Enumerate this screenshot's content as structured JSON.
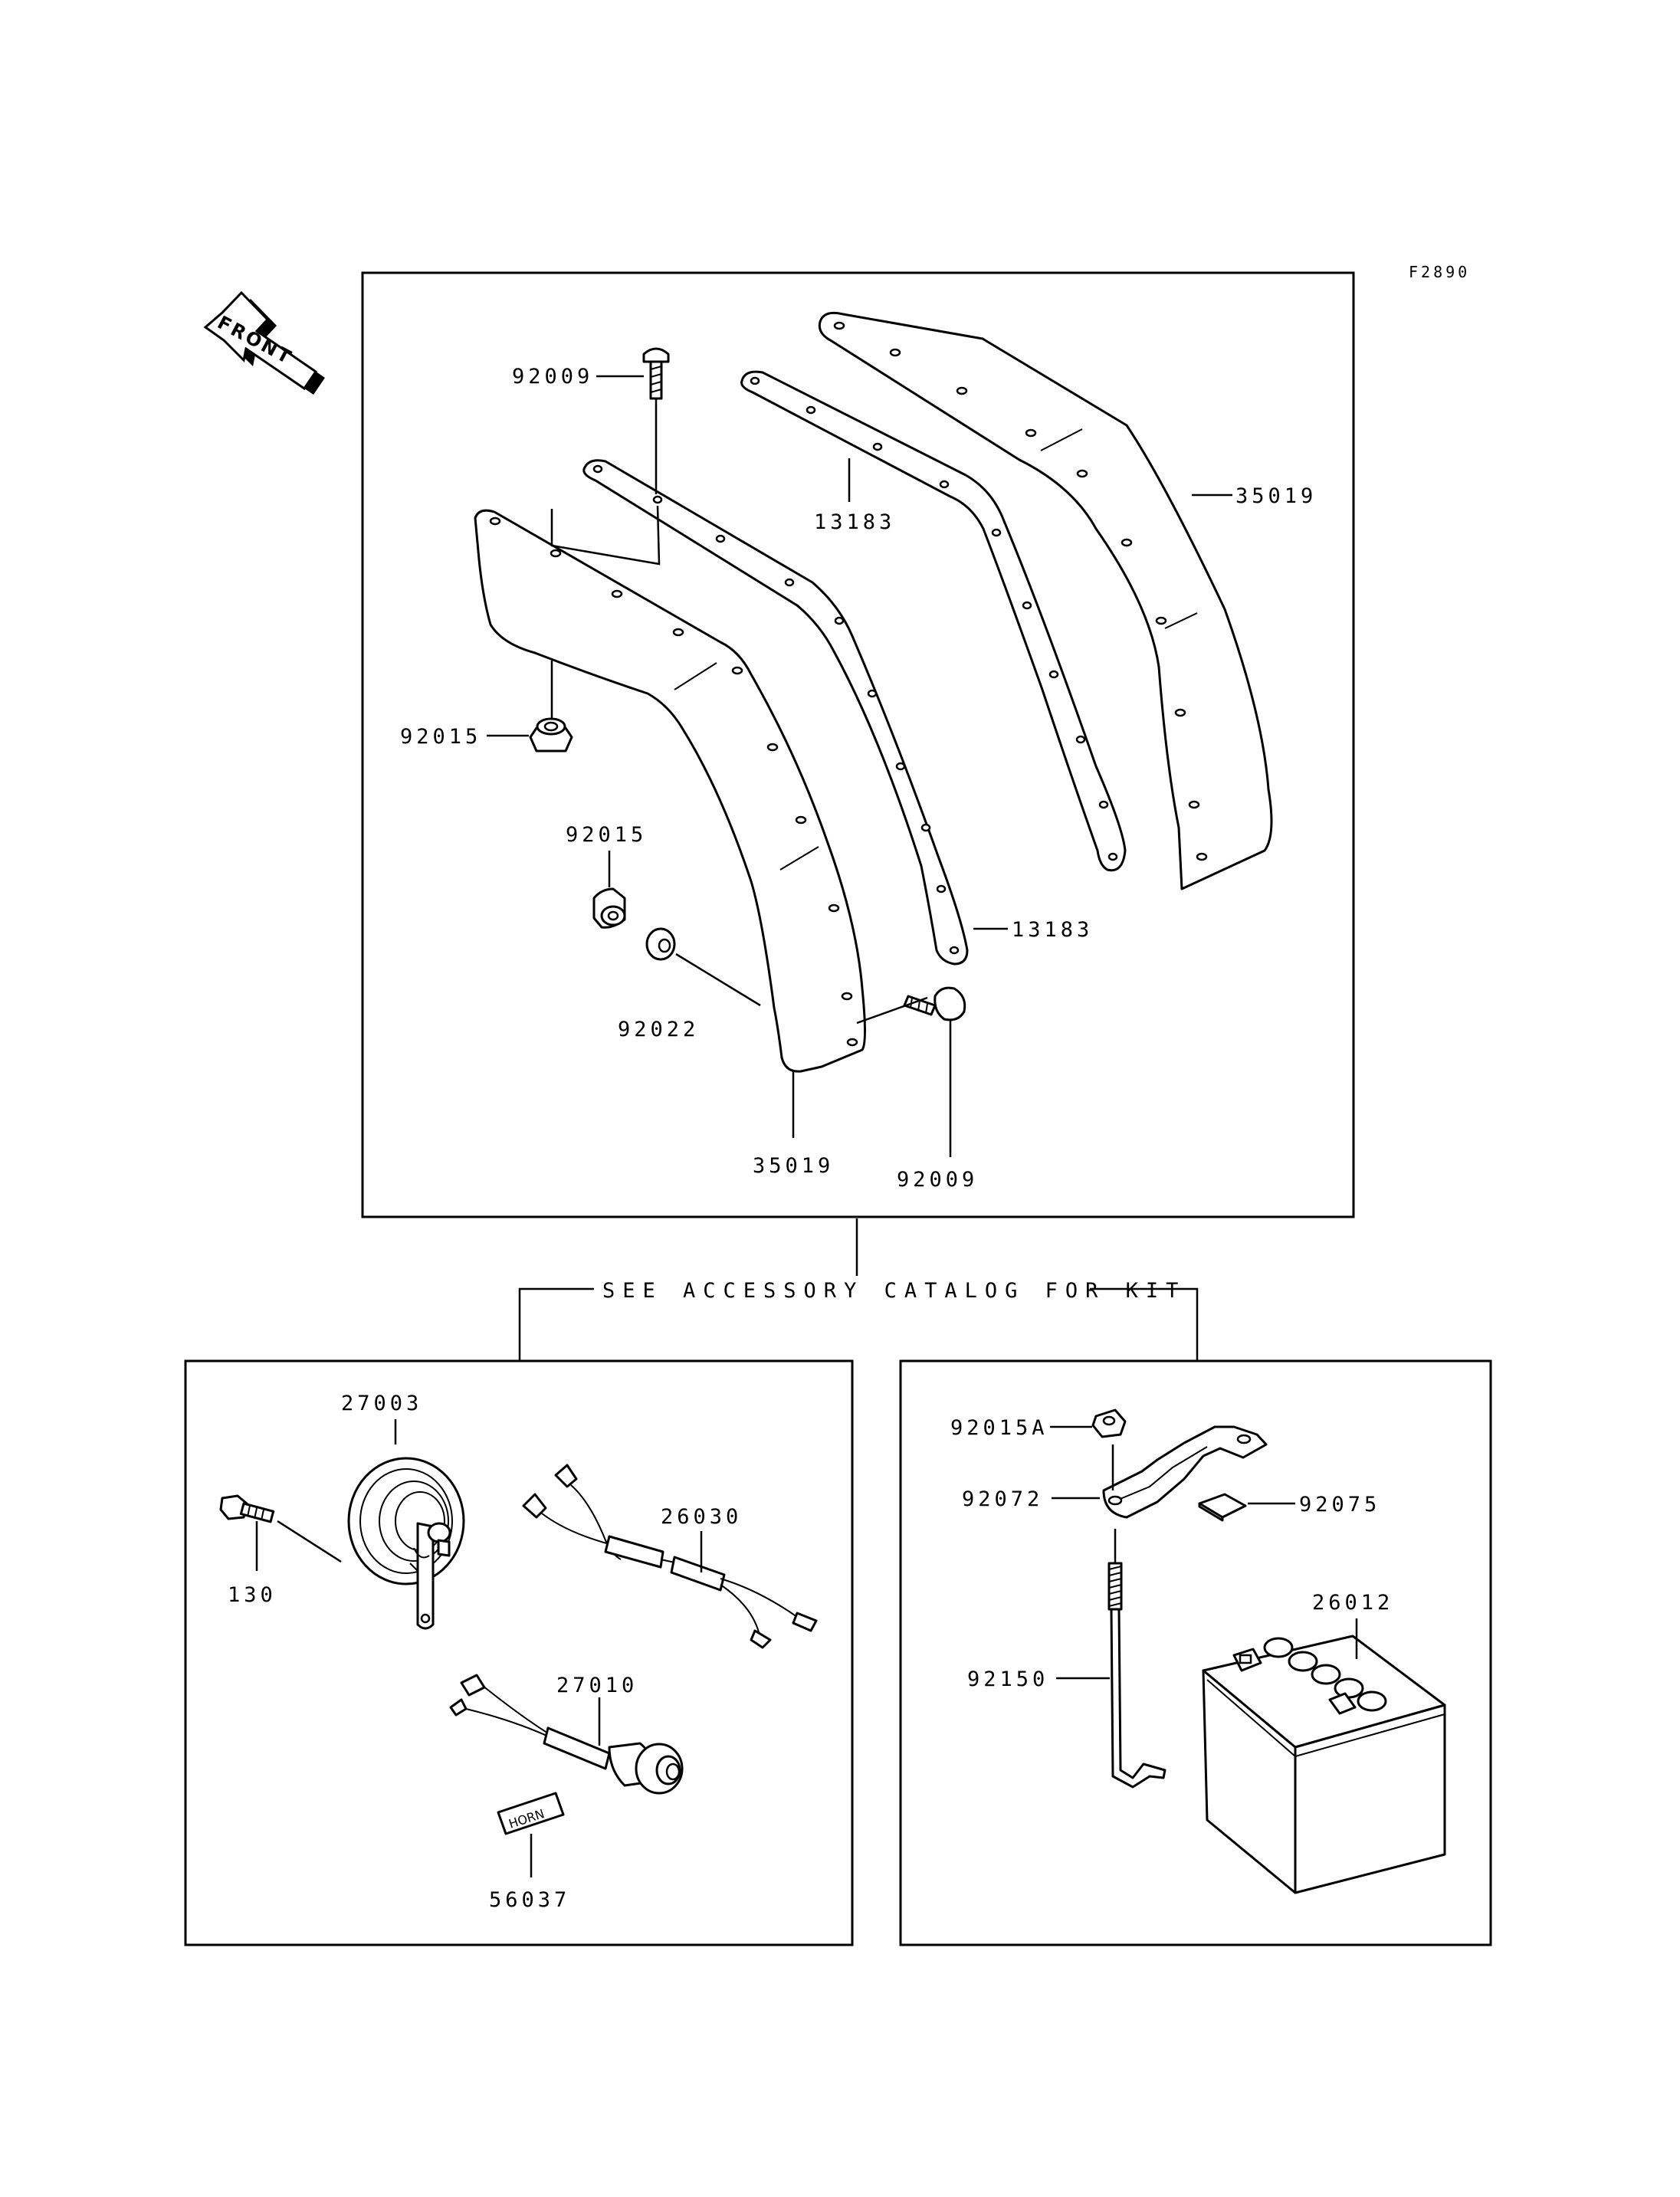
{
  "figure_code": "F2890",
  "front_arrow_label": "FRONT",
  "kit_note": "SEE ACCESSORY CATALOG FOR KIT",
  "parts": {
    "top_screw_a": "92009",
    "bracket_right_a": "13183",
    "flap_right_a": "35019",
    "nut_a": "92015",
    "nut_b": "92015",
    "washer": "92022",
    "bracket_left_b": "13183",
    "flap_left_b": "35019",
    "screw_b": "92009",
    "horn": "27003",
    "bolt": "130",
    "harness": "26030",
    "switch": "27010",
    "horn_label": "56037",
    "horn_label_text": "HORN",
    "nut_c": "92015A",
    "battery_clamp": "92072",
    "pad": "92075",
    "battery": "26012",
    "rod": "92150"
  }
}
